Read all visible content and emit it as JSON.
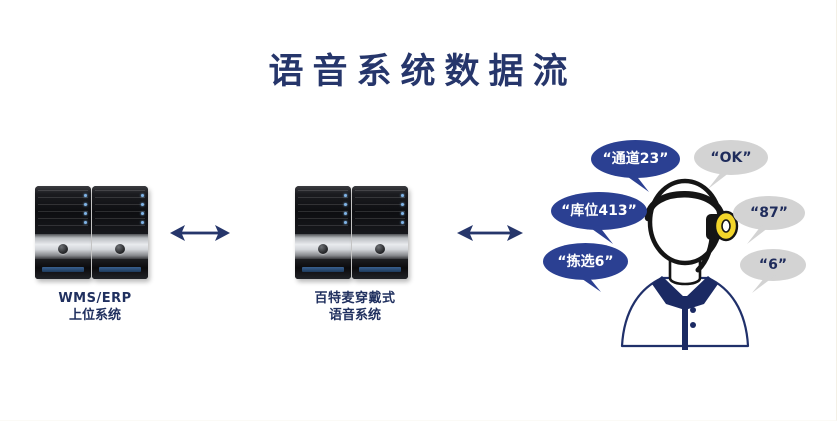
{
  "page": {
    "title": "语音系统数据流",
    "background_color": "#ffffff",
    "accent_navy": "#26366b",
    "bubble_blue": "#2b4092",
    "bubble_gray": "#d3d3d3",
    "headset_yellow": "#f2d52a"
  },
  "nodes": [
    {
      "id": "wms-erp-server",
      "icon": "server-tower-icon",
      "caption_line1": "WMS/ERP",
      "caption_line2": "上位系统"
    },
    {
      "id": "voice-system-server",
      "icon": "server-tower-icon",
      "caption_line1": "百特麦穿戴式",
      "caption_line2": "语音系统"
    }
  ],
  "arrows": [
    {
      "id": "arrow-wms-to-voice",
      "icon": "double-arrow-icon"
    },
    {
      "id": "arrow-voice-to-worker",
      "icon": "double-arrow-icon"
    }
  ],
  "worker": {
    "id": "warehouse-worker",
    "icon": "person-with-headset-icon"
  },
  "bubbles": {
    "system_prompts": [
      {
        "id": "bubble-aisle",
        "text": "“通道23”",
        "color": "#2b4092",
        "text_color": "#ffffff"
      },
      {
        "id": "bubble-location",
        "text": "“库位413”",
        "color": "#2b4092",
        "text_color": "#ffffff"
      },
      {
        "id": "bubble-pick",
        "text": "“拣选6”",
        "color": "#2b4092",
        "text_color": "#ffffff"
      }
    ],
    "worker_replies": [
      {
        "id": "bubble-ok",
        "text": "“OK”",
        "color": "#d3d3d3",
        "text_color": "#1f2c5c"
      },
      {
        "id": "bubble-check",
        "text": "“87”",
        "color": "#d3d3d3",
        "text_color": "#1f2c5c"
      },
      {
        "id": "bubble-count",
        "text": "“6”",
        "color": "#d3d3d3",
        "text_color": "#1f2c5c"
      }
    ]
  }
}
